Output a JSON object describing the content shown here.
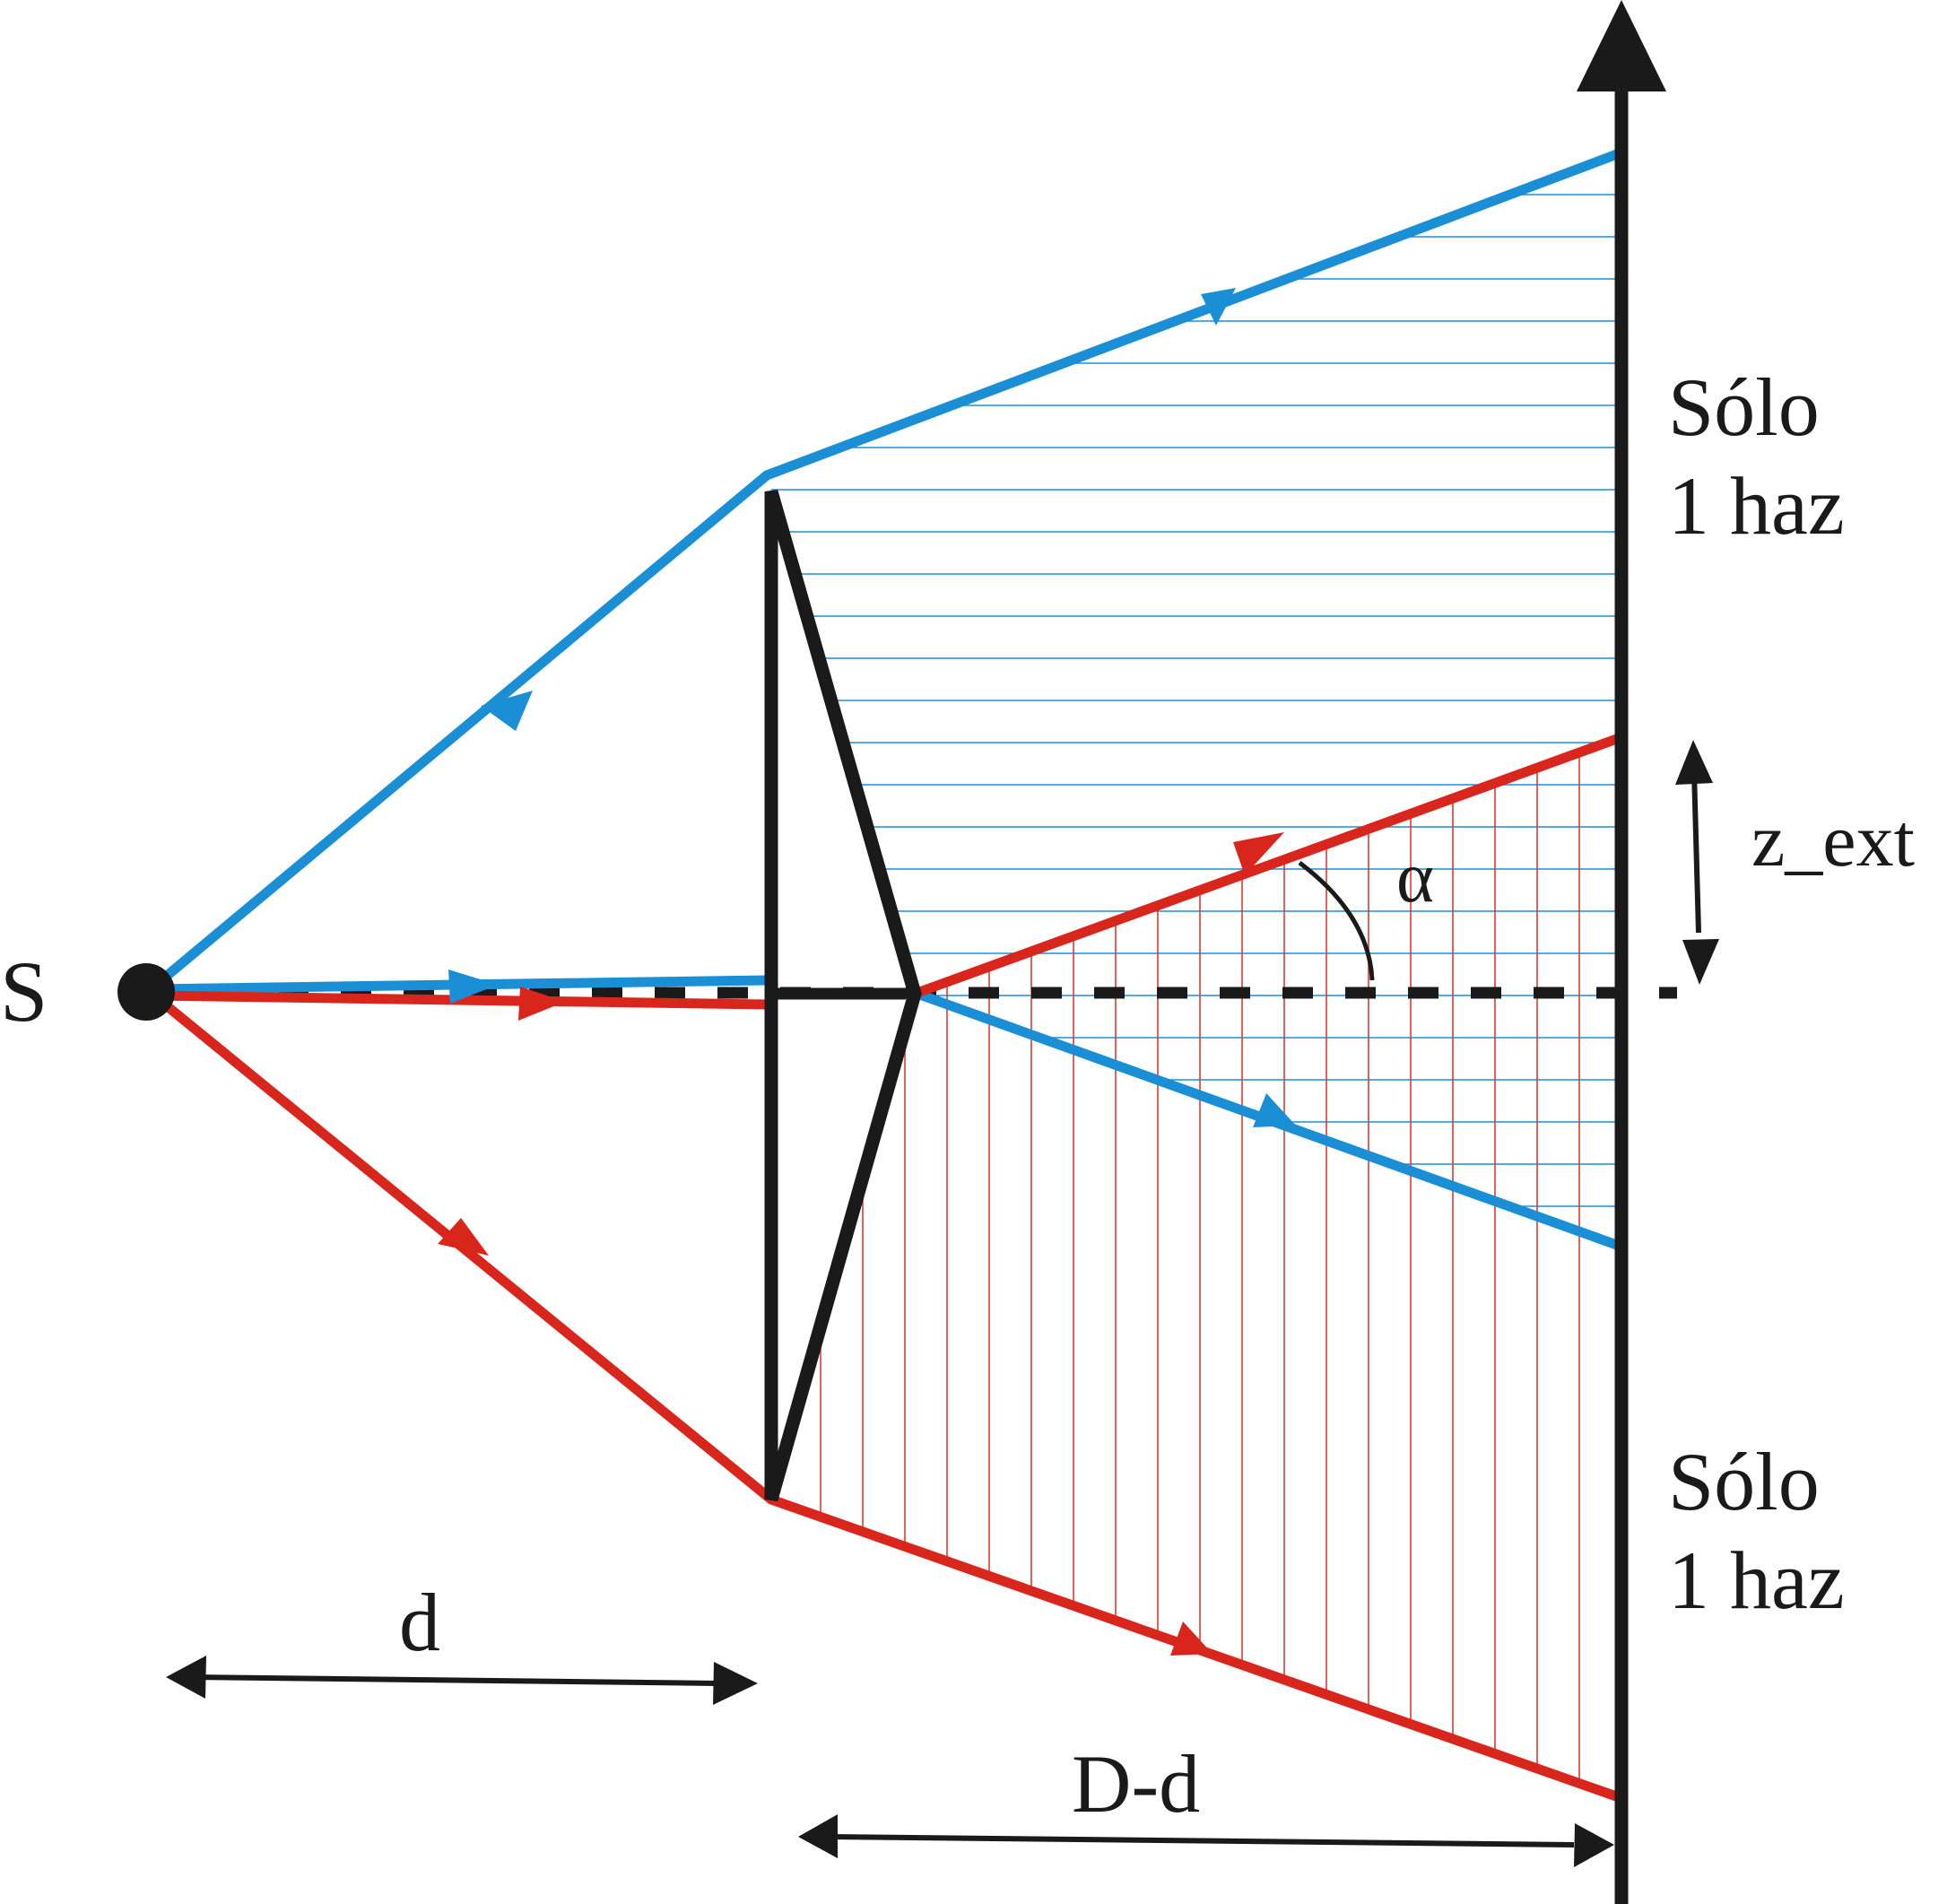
{
  "labels": {
    "source": "S",
    "top_region_line1": "Sólo",
    "top_region_line2": "1 haz",
    "bottom_region_line1": "Sólo",
    "bottom_region_line2": "1 haz",
    "z_ext": "z_ext",
    "alpha": "α",
    "d": "d",
    "D_minus_d": "D-d"
  },
  "colors": {
    "beam_blue": "#1a8fd6",
    "beam_red": "#d9261c",
    "hatch_blue": "#1a8fd6",
    "hatch_red": "#e03a30",
    "ink": "#1a1a1a"
  }
}
